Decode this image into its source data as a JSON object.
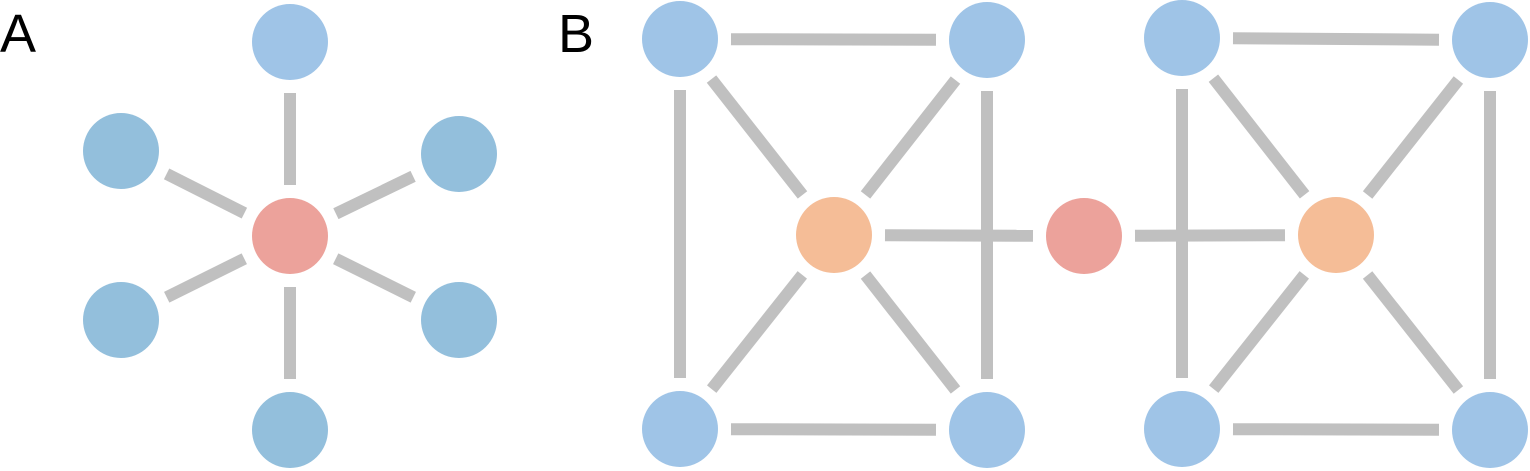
{
  "colors": {
    "edge": "#c0c0c0",
    "leaf_a": "#93bfdc",
    "leaf_b": "#9fc4e7",
    "hub_red": "#eca29b",
    "hub_orange": "#f5bd97",
    "background": "#ffffff"
  },
  "panels": {
    "a": {
      "label": "A",
      "nodes": [
        {
          "id": "a-center",
          "role": "hub",
          "color": "hub_red"
        },
        {
          "id": "a-top",
          "role": "leaf",
          "color": "leaf_b"
        },
        {
          "id": "a-upper-left",
          "role": "leaf",
          "color": "leaf_a"
        },
        {
          "id": "a-upper-right",
          "role": "leaf",
          "color": "leaf_a"
        },
        {
          "id": "a-lower-left",
          "role": "leaf",
          "color": "leaf_a"
        },
        {
          "id": "a-lower-right",
          "role": "leaf",
          "color": "leaf_a"
        },
        {
          "id": "a-bottom",
          "role": "leaf",
          "color": "leaf_a"
        }
      ],
      "edges": [
        [
          "a-center",
          "a-top"
        ],
        [
          "a-center",
          "a-upper-left"
        ],
        [
          "a-center",
          "a-upper-right"
        ],
        [
          "a-center",
          "a-lower-left"
        ],
        [
          "a-center",
          "a-lower-right"
        ],
        [
          "a-center",
          "a-bottom"
        ]
      ]
    },
    "b": {
      "label": "B",
      "nodes": [
        {
          "id": "b-l-tl",
          "role": "leaf",
          "color": "leaf_b"
        },
        {
          "id": "b-l-tr",
          "role": "leaf",
          "color": "leaf_b"
        },
        {
          "id": "b-l-bl",
          "role": "leaf",
          "color": "leaf_b"
        },
        {
          "id": "b-l-br",
          "role": "leaf",
          "color": "leaf_b"
        },
        {
          "id": "b-l-center",
          "role": "hub",
          "color": "hub_orange"
        },
        {
          "id": "b-bridge",
          "role": "hub",
          "color": "hub_red"
        },
        {
          "id": "b-r-center",
          "role": "hub",
          "color": "hub_orange"
        },
        {
          "id": "b-r-tl",
          "role": "leaf",
          "color": "leaf_b"
        },
        {
          "id": "b-r-tr",
          "role": "leaf",
          "color": "leaf_b"
        },
        {
          "id": "b-r-bl",
          "role": "leaf",
          "color": "leaf_b"
        },
        {
          "id": "b-r-br",
          "role": "leaf",
          "color": "leaf_b"
        }
      ],
      "edges": [
        [
          "b-l-tl",
          "b-l-tr"
        ],
        [
          "b-l-bl",
          "b-l-br"
        ],
        [
          "b-l-tl",
          "b-l-bl"
        ],
        [
          "b-l-tr",
          "b-l-br"
        ],
        [
          "b-l-center",
          "b-l-tl"
        ],
        [
          "b-l-center",
          "b-l-tr"
        ],
        [
          "b-l-center",
          "b-l-bl"
        ],
        [
          "b-l-center",
          "b-l-br"
        ],
        [
          "b-l-center",
          "b-bridge"
        ],
        [
          "b-bridge",
          "b-r-center"
        ],
        [
          "b-r-tl",
          "b-r-tr"
        ],
        [
          "b-r-bl",
          "b-r-br"
        ],
        [
          "b-r-tl",
          "b-r-bl"
        ],
        [
          "b-r-tr",
          "b-r-br"
        ],
        [
          "b-r-center",
          "b-r-tl"
        ],
        [
          "b-r-center",
          "b-r-tr"
        ],
        [
          "b-r-center",
          "b-r-bl"
        ],
        [
          "b-r-center",
          "b-r-br"
        ]
      ]
    }
  }
}
